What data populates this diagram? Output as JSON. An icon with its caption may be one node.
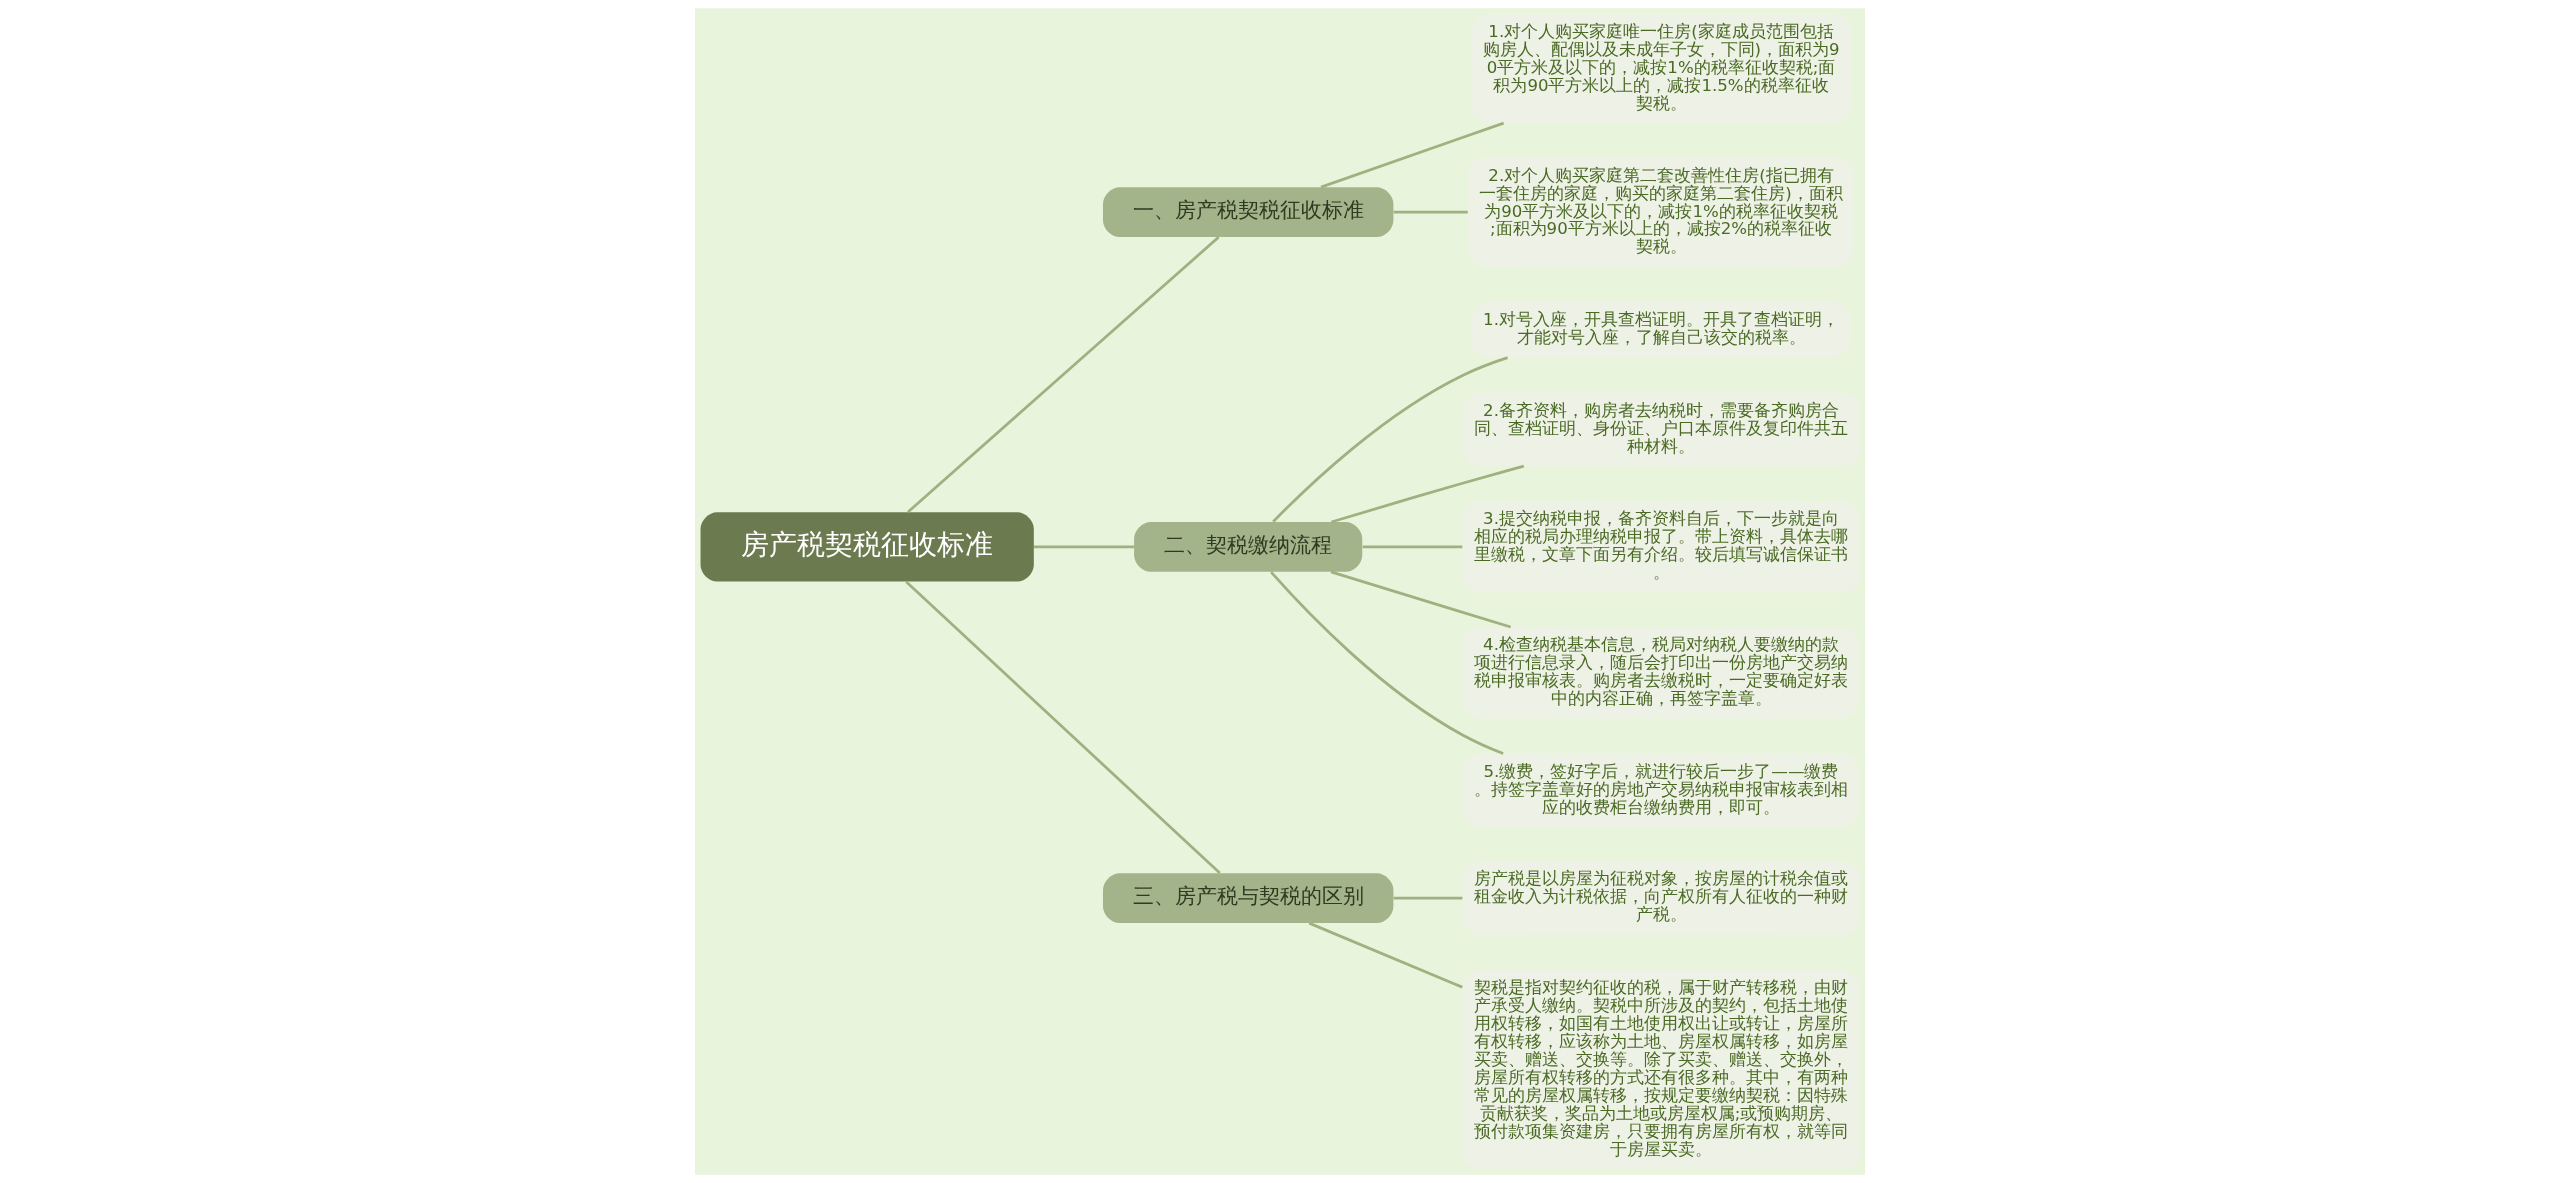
{
  "diagram": {
    "nodes": [
      {
        "text": [
          "房产税契税征收标准"
        ]
      },
      {
        "text": [
          "一、房产税契税征收标准"
        ]
      },
      {
        "text": [
          "1.对个人购买家庭唯一住房(家庭成员范围包括购房人、配偶以及未成年子女，下同)，面积为90平方米及以下的，减按1%的税率征收契税;面积为90平方米以上的，减按1.5%的税率征收契税。"
        ]
      },
      {
        "text": [
          "2.对个人购买家庭第二套改善性住房(指已拥有一套住房的家庭，购买的家庭第二套住房)，面积为90平方米及以下的，减按1%的税率征收契税;面积为90平方米以上的，减按2%的税率征收契税。"
        ]
      },
      {
        "text": [
          "二、契税缴纳流程"
        ]
      },
      {
        "text": [
          "1.对号入座，开具查档证明。开具了查档证明，才能对号入座，了解自己该交的税率。"
        ]
      },
      {
        "text": [
          "2.备齐资料，购房者去纳税时，需要备齐购房合同、查档证明、身份证、户口本原件及复印件共五种材料。"
        ]
      },
      {
        "text": [
          "3.提交纳税申报，备齐资料自后，下一步就是向相应的税局办理纳税申报了。带上资料，具体去哪里缴税，文章下面另有介绍。较后填写诚信保证书。"
        ]
      },
      {
        "text": [
          "4.检查纳税基本信息，税局对纳税人要缴纳的款项进行信息录入，随后会打印出一份房地产交易纳税申报审核表。购房者去缴税时，一定要确定好表中的内容正确，再签字盖章。"
        ]
      },
      {
        "text": [
          "5.缴费，签好字后，就进行较后一步了——缴费。持签字盖章好的房地产交易纳税申报审核表到相应的收费柜台缴纳费用，即可。"
        ]
      },
      {
        "text": [
          "三、房产税与契税的区别"
        ]
      },
      {
        "text": [
          "房产税是以房屋为征税对象，按房屋的计税余值或租金收入为计税依据，向产权所有人征收的一种财产税。"
        ]
      },
      {
        "text": [
          "契税是指对契约征收的税，属于财产转移税，由财产承受人缴纳。契税中所涉及的契约，包括土地使用权转移，如国有土地使用权出让或转让，房屋所有权转移，应该称为土地、房屋权属转移，如房屋买卖、赠送、交换等。除了买卖、赠送、交换外，房屋所有权转移的方式还有很多种。其中，有两种常见的房屋权属转移，按规定要缴纳契税：因特殊贡献获奖，奖品为土地或房屋权属;或预购期房、预付款项集资建房，只要拥有房屋所有权，就等同于房屋买卖。"
        ]
      }
    ],
    "edges": [
      {
        "from": 0,
        "to": 1,
        "arrow": "none"
      },
      {
        "from": 1,
        "to": 2,
        "arrow": "none"
      },
      {
        "from": 1,
        "to": 3,
        "arrow": "none"
      },
      {
        "from": 0,
        "to": 4,
        "arrow": "none"
      },
      {
        "from": 4,
        "to": 5,
        "arrow": "none"
      },
      {
        "from": 4,
        "to": 6,
        "arrow": "none"
      },
      {
        "from": 4,
        "to": 7,
        "arrow": "none"
      },
      {
        "from": 4,
        "to": 8,
        "arrow": "none"
      },
      {
        "from": 4,
        "to": 9,
        "arrow": "none"
      },
      {
        "from": 0,
        "to": 10,
        "arrow": "none"
      },
      {
        "from": 10,
        "to": 11,
        "arrow": "none"
      },
      {
        "from": 10,
        "to": 12,
        "arrow": "none"
      }
    ]
  }
}
